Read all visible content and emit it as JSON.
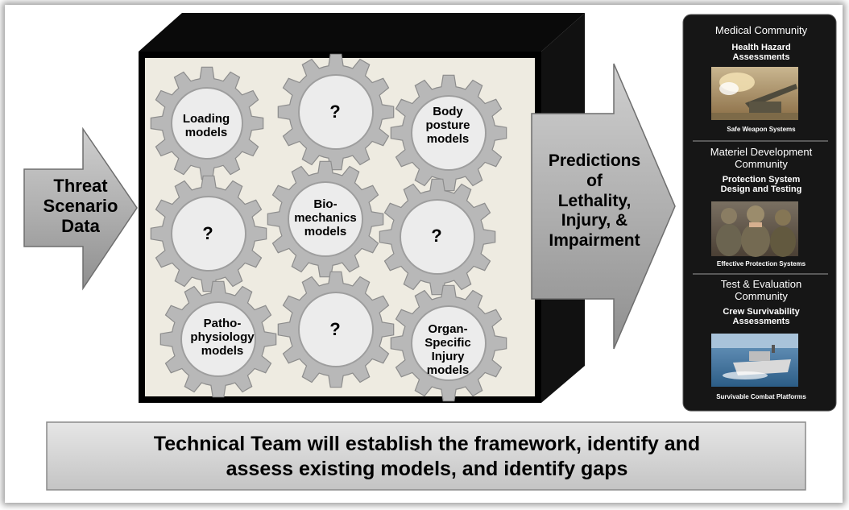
{
  "input": {
    "label_lines": [
      "Threat",
      "Scenario",
      "Data"
    ]
  },
  "gears": [
    {
      "label_lines": [
        "Loading",
        "models"
      ]
    },
    {
      "label_lines": [
        "?"
      ]
    },
    {
      "label_lines": [
        "Body",
        "posture",
        "models"
      ]
    },
    {
      "label_lines": [
        "?"
      ]
    },
    {
      "label_lines": [
        "Bio-",
        "mechanics",
        "models"
      ]
    },
    {
      "label_lines": [
        "?"
      ]
    },
    {
      "label_lines": [
        "Patho-",
        "physiology",
        "models"
      ]
    },
    {
      "label_lines": [
        "?"
      ]
    },
    {
      "label_lines": [
        "Organ-",
        "Specific",
        "Injury",
        "models"
      ]
    }
  ],
  "output": {
    "label_lines": [
      "Predictions",
      "of",
      "Lethality,",
      "Injury, &",
      "Impairment"
    ]
  },
  "communities": [
    {
      "title_lines": [
        "Medical Community"
      ],
      "product_lines": [
        "Health Hazard",
        "Assessments"
      ],
      "image": "artillery-photo",
      "caption": "Safe Weapon Systems"
    },
    {
      "title_lines": [
        "Materiel Development",
        "Community"
      ],
      "product_lines": [
        "Protection System",
        "Design and Testing"
      ],
      "image": "soldiers-photo",
      "caption": "Effective Protection Systems"
    },
    {
      "title_lines": [
        "Test & Evaluation",
        "Community"
      ],
      "product_lines": [
        "Crew Survivability",
        "Assessments"
      ],
      "image": "boat-photo",
      "caption": "Survivable Combat Platforms"
    }
  ],
  "footer": {
    "lines": [
      "Technical Team will establish the framework, identify and",
      "assess existing models, and identify gaps"
    ]
  },
  "colors": {
    "gear_fill": "#b8b8b8",
    "gear_face": "#ececec",
    "box_black": "#000000",
    "box_inner": "#eeebe1",
    "arrow_gray": "#b3b3b3",
    "panel_bg": "#161616",
    "footer_bg": "#d3d3d3"
  }
}
